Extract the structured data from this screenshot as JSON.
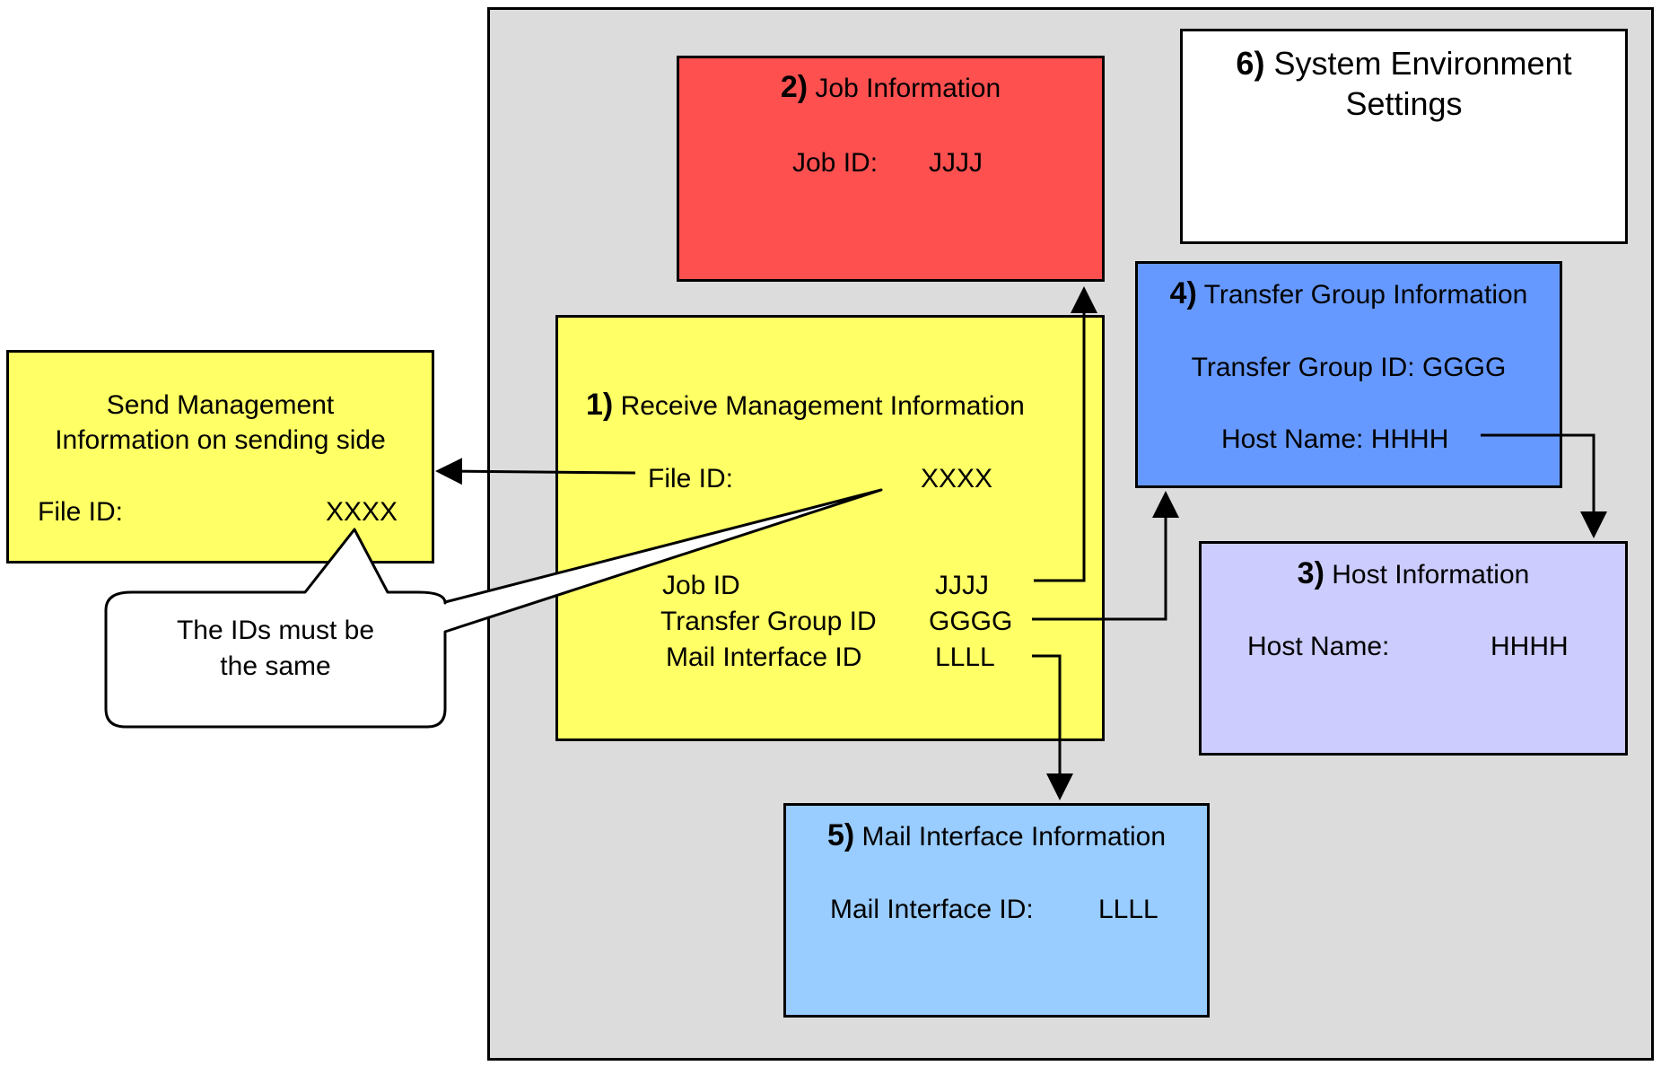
{
  "colors": {
    "container": "#dcdcdc",
    "job": "#ff5050",
    "receive": "#ffff66",
    "send": "#ffff66",
    "transfer": "#6699ff",
    "host": "#ccccff",
    "mail": "#99ccff",
    "system": "#ffffff"
  },
  "send": {
    "title_line1": "Send Management",
    "title_line2": "Information on sending side",
    "file_label": "File ID:",
    "file_value": "XXXX"
  },
  "callout": {
    "line1": "The IDs must be",
    "line2": "the same"
  },
  "receive": {
    "num": "1)",
    "title": "Receive Management Information",
    "file_label": "File ID:",
    "file_value": "XXXX",
    "job_label": "Job ID",
    "job_value": "JJJJ",
    "group_label": "Transfer Group ID",
    "group_value": "GGGG",
    "mail_label": "Mail Interface ID",
    "mail_value": "LLLL"
  },
  "job": {
    "num": "2)",
    "title": "Job Information",
    "id_label": "Job ID:",
    "id_value": "JJJJ"
  },
  "host": {
    "num": "3)",
    "title": "Host Information",
    "name_label": "Host Name:",
    "name_value": "HHHH"
  },
  "transfer": {
    "num": "4)",
    "title": "Transfer Group Information",
    "group_line": "Transfer Group ID: GGGG",
    "host_line": "Host Name: HHHH"
  },
  "mail": {
    "num": "5)",
    "title": "Mail Interface Information",
    "id_label": "Mail Interface ID:",
    "id_value": "LLLL"
  },
  "system": {
    "num": "6)",
    "title_line1": "System Environment",
    "title_line2": "Settings"
  }
}
